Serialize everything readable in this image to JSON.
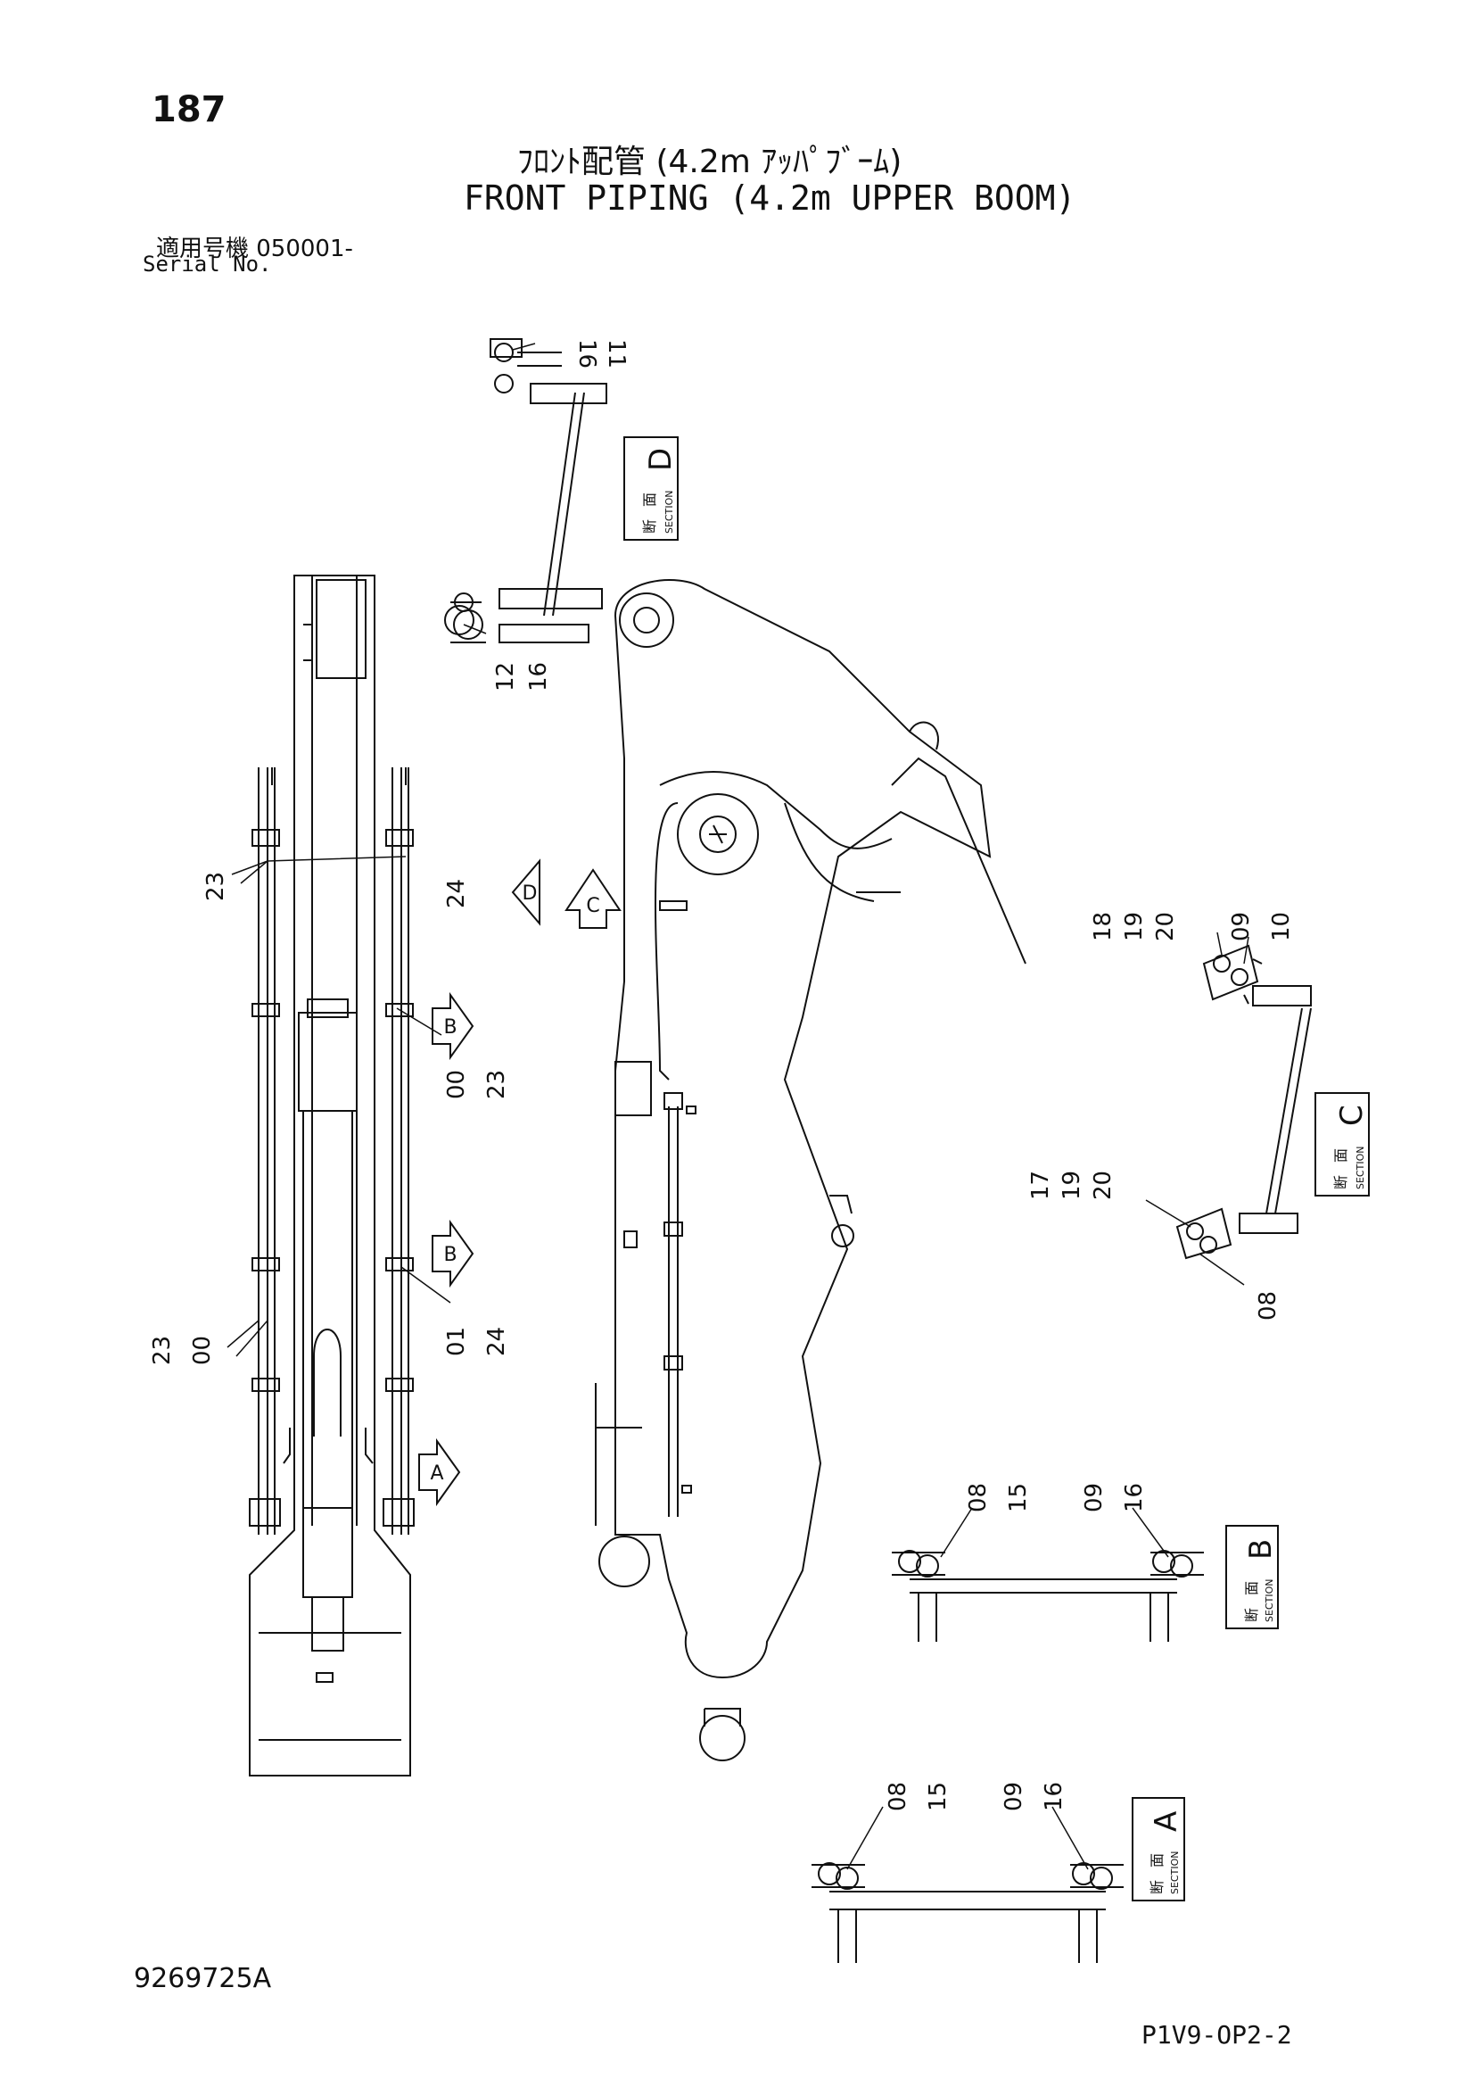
{
  "header": {
    "page_number": "187",
    "title_jp": "ﾌﾛﾝﾄ配管 (4.2m ｱｯﾊﾟﾌﾞｰﾑ)",
    "title_en": "FRONT PIPING (4.2m UPPER BOOM)",
    "serial_jp": "適用号機  050001-",
    "serial_en": "Serial No."
  },
  "footer": {
    "drawing_number": "9269725A",
    "sheet_code": "P1V9-OP2-2"
  },
  "section_label": {
    "jp_1": "断",
    "jp_2": "面",
    "en": "SECTION"
  },
  "sections": [
    "D",
    "C",
    "B",
    "A"
  ],
  "view_markers": [
    "D",
    "C",
    "B",
    "B",
    "A"
  ],
  "callouts": {
    "d_top": [
      "16",
      "11"
    ],
    "d_bottom": [
      "12",
      "16"
    ],
    "c_top": [
      "18",
      "19",
      "20",
      "09",
      "10"
    ],
    "c_bottom": [
      "17",
      "19",
      "20",
      "08"
    ],
    "plan_23_top": "23",
    "plan_24_top": "24",
    "plan_00_23": [
      "00",
      "23"
    ],
    "plan_23_00": [
      "23",
      "00"
    ],
    "plan_01_24": [
      "01",
      "24"
    ],
    "b_left": [
      "08",
      "15"
    ],
    "b_right": [
      "09",
      "16"
    ],
    "a_left": [
      "08",
      "15"
    ],
    "a_right": [
      "09",
      "16"
    ]
  }
}
